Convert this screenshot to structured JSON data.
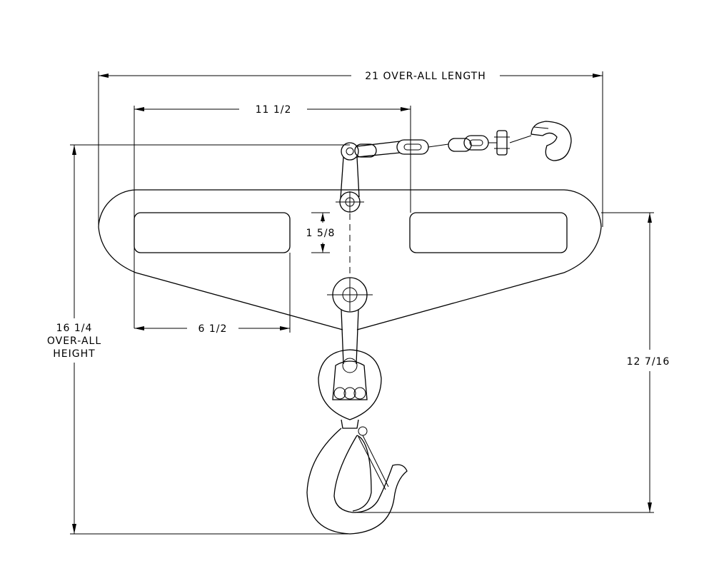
{
  "dimensions": {
    "overall_length": "21 OVER-ALL LENGTH",
    "hook_spacing": "11 1/2",
    "slot_height": "1 5/8",
    "slot_length": "6 1/2",
    "overall_height_value": "16 1/4",
    "overall_height_line2": "OVER-ALL",
    "overall_height_line3": "HEIGHT",
    "hook_drop": "12 7/16"
  }
}
